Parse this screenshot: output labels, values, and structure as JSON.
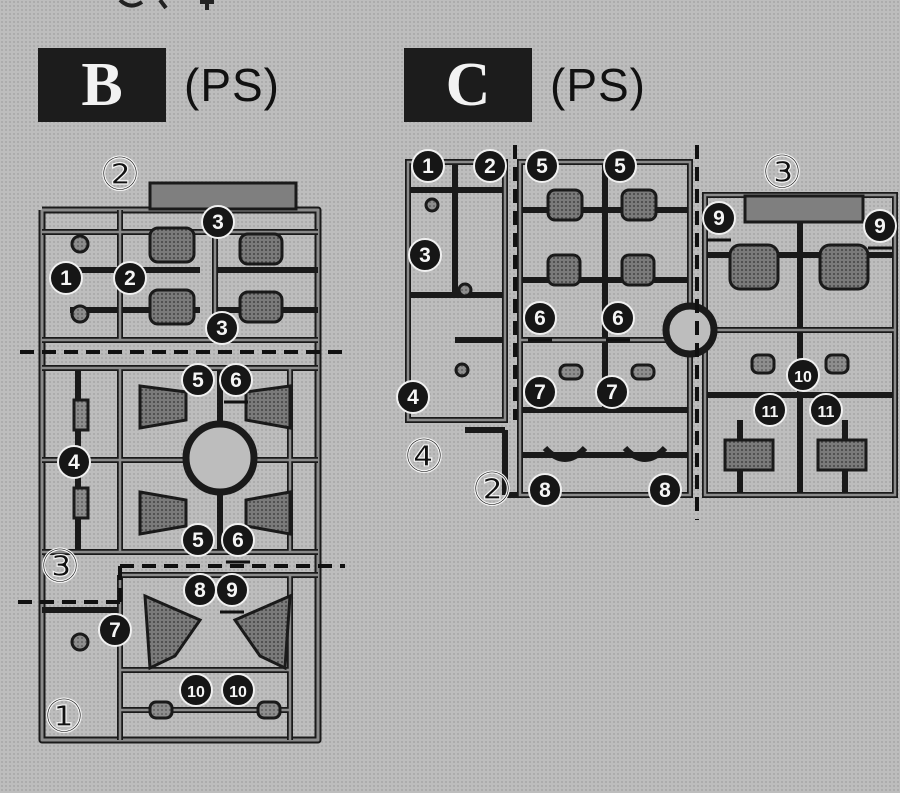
{
  "sheets": [
    {
      "id": "B",
      "letter": "B",
      "note": "(PS)",
      "sections": [
        "①",
        "②",
        "③"
      ],
      "parts": [
        {
          "n": "1"
        },
        {
          "n": "2"
        },
        {
          "n": "3"
        },
        {
          "n": "3"
        },
        {
          "n": "4"
        },
        {
          "n": "5"
        },
        {
          "n": "6"
        },
        {
          "n": "5"
        },
        {
          "n": "6"
        },
        {
          "n": "7"
        },
        {
          "n": "8"
        },
        {
          "n": "9"
        },
        {
          "n": "10"
        },
        {
          "n": "10"
        }
      ]
    },
    {
      "id": "C",
      "letter": "C",
      "note": "(PS)",
      "sections": [
        "②",
        "③",
        "④"
      ],
      "parts": [
        {
          "n": "1"
        },
        {
          "n": "2"
        },
        {
          "n": "3"
        },
        {
          "n": "4"
        },
        {
          "n": "5"
        },
        {
          "n": "5"
        },
        {
          "n": "6"
        },
        {
          "n": "6"
        },
        {
          "n": "7"
        },
        {
          "n": "7"
        },
        {
          "n": "8"
        },
        {
          "n": "8"
        },
        {
          "n": "9"
        },
        {
          "n": "9"
        },
        {
          "n": "10"
        },
        {
          "n": "11"
        },
        {
          "n": "11"
        }
      ]
    }
  ],
  "colors": {
    "background": "#bdbdbd",
    "frame_fill": "#8a8a8a",
    "frame_stroke": "#1a1a1a",
    "part_fill": "#6f6f6f",
    "label_dark": "#161616",
    "label_light": "#f5f5f5"
  }
}
